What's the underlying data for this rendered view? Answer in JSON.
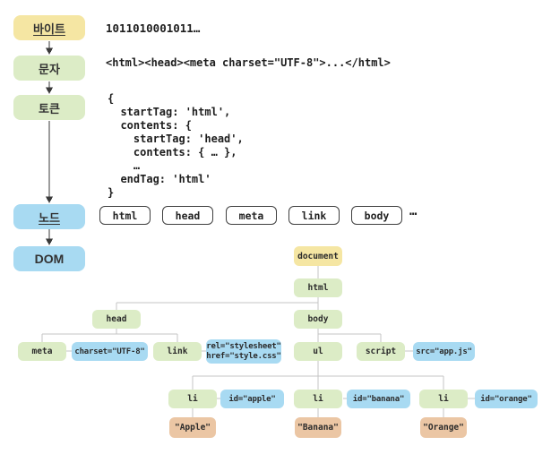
{
  "pipeline": {
    "bytes_label": "바이트",
    "characters_label": "문자",
    "tokens_label": "토큰",
    "nodes_label": "노드",
    "dom_label": "DOM"
  },
  "stages": {
    "bytes_stream": "1011010001011…",
    "character_stream": "<html><head><meta charset=\"UTF-8\">...</html>",
    "token_code": "{\n  startTag: 'html',\n  contents: {\n    startTag: 'head',\n    contents: { … },\n    …\n  endTag: 'html'\n}",
    "node_chips": [
      "html",
      "head",
      "meta",
      "link",
      "body"
    ],
    "node_chips_ellipsis": "…"
  },
  "dom_tree": {
    "document": "document",
    "html": "html",
    "head": "head",
    "body": "body",
    "meta": "meta",
    "meta_attr": "charset=\"UTF-8\"",
    "link": "link",
    "link_attr": "rel=\"stylesheet\"\nhref=\"style.css\"",
    "ul": "ul",
    "script": "script",
    "script_attr": "src=\"app.js\"",
    "li_apple": "li",
    "li_apple_attr": "id=\"apple\"",
    "apple_text": "\"Apple\"",
    "li_banana": "li",
    "li_banana_attr": "id=\"banana\"",
    "banana_text": "\"Banana\"",
    "li_orange": "li",
    "li_orange_attr": "id=\"orange\"",
    "orange_text": "\"Orange\""
  },
  "colors": {
    "stage_yellow": "#f5e6a3",
    "stage_green": "#dcecc6",
    "stage_blue": "#a8daf2",
    "text_node_tan": "#ebc6a4",
    "connector_gray": "#c4c4c4",
    "arrow_dark": "#3a3a3a"
  }
}
